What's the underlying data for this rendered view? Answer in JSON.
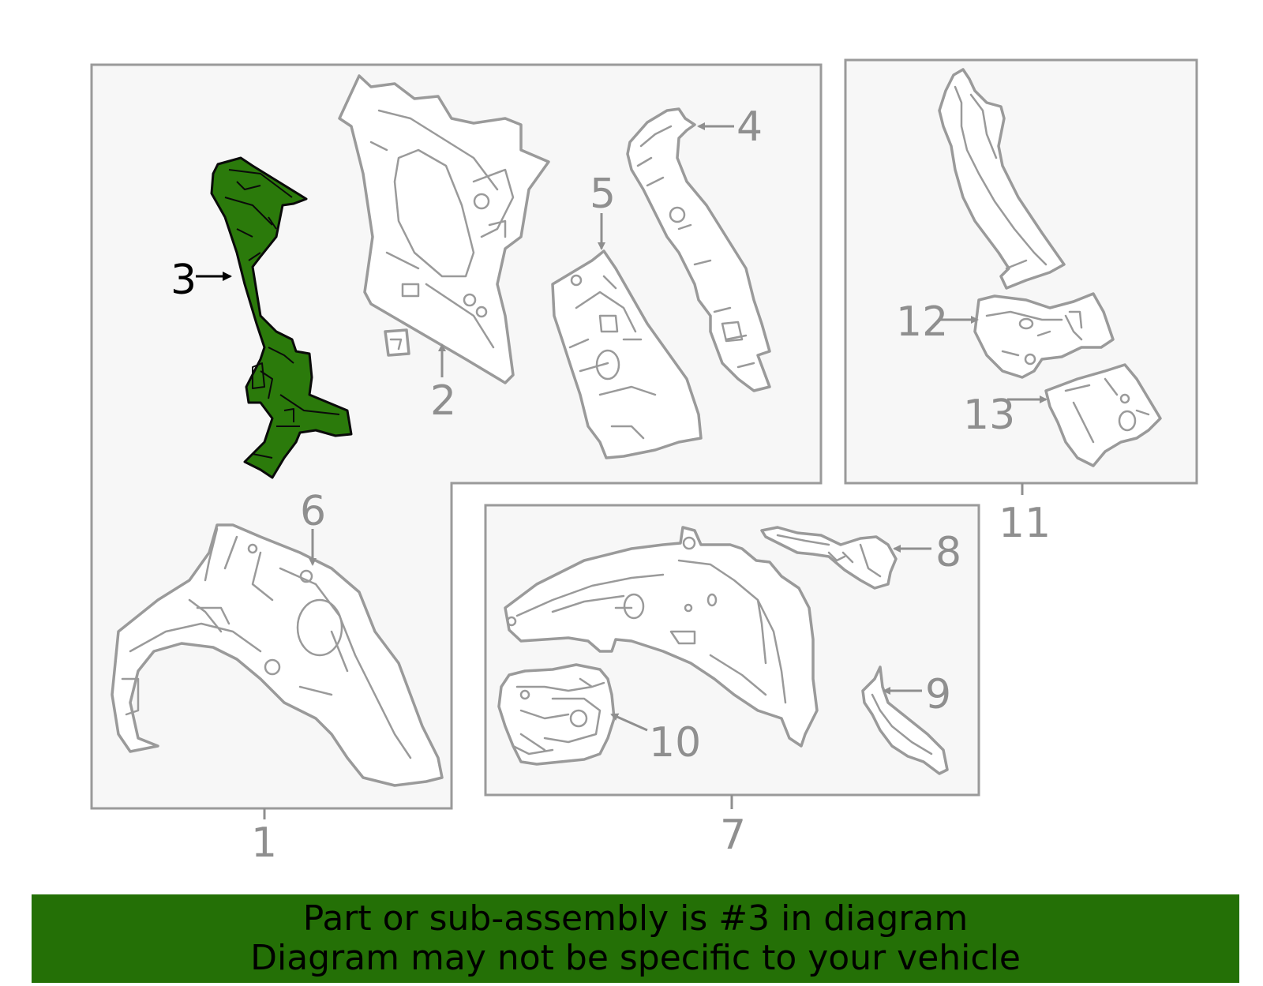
{
  "callouts": {
    "c1": "1",
    "c2": "2",
    "c3": "3",
    "c4": "4",
    "c5": "5",
    "c6": "6",
    "c7": "7",
    "c8": "8",
    "c9": "9",
    "c10": "10",
    "c11": "11",
    "c12": "12",
    "c13": "13"
  },
  "highlight": {
    "part": "3",
    "color": "#2b7a0b"
  },
  "banner": {
    "line1": "Part or sub-assembly is #3 in diagram",
    "line2": "Diagram may not be specific to your vehicle",
    "color": "#247006"
  }
}
